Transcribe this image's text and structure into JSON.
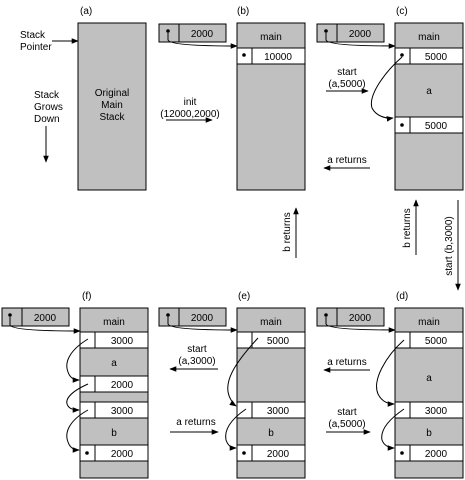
{
  "legend": {
    "stack_pointer": [
      "Stack",
      "Pointer"
    ],
    "stack_grows_down": [
      "Stack",
      "Grows",
      "Down"
    ]
  },
  "panels": {
    "a": {
      "letter": "(a)",
      "original_stack": [
        "Original",
        "Main",
        "Stack"
      ]
    },
    "b": {
      "letter": "(b)",
      "pointer": "2000",
      "main": "main",
      "cell1": "10000"
    },
    "c": {
      "letter": "(c)",
      "pointer": "2000",
      "main": "main",
      "cell1": "5000",
      "region": "a",
      "cell2": "5000"
    },
    "d": {
      "letter": "(d)",
      "pointer": "2000",
      "main": "main",
      "cell1": "5000",
      "region_a": "a",
      "cell2": "3000",
      "region_b": "b",
      "cell3": "2000"
    },
    "e": {
      "letter": "(e)",
      "pointer": "2000",
      "main": "main",
      "cell1": "5000",
      "cell2": "3000",
      "region_b": "b",
      "cell3": "2000"
    },
    "f": {
      "letter": "(f)",
      "pointer": "2000",
      "main": "main",
      "cell1": "3000",
      "region_a": "a",
      "cell2": "2000",
      "cell3": "3000",
      "region_b": "b",
      "cell4": "2000"
    }
  },
  "transitions": {
    "init": [
      "init",
      "(12000,2000)"
    ],
    "start_a_5000_bc": [
      "start",
      "(a,5000)"
    ],
    "a_returns_cb": "a returns",
    "b_returns_bd": "b returns",
    "b_returns_cd": "b returns",
    "start_b_3000": "start (b,3000)",
    "a_returns_de": "a returns",
    "start_a_5000_ed": [
      "start",
      "(a,5000)"
    ],
    "start_a_3000_ef": [
      "start",
      "(a,3000)"
    ],
    "a_returns_fe": "a returns"
  },
  "colors": {
    "stack_fill": "#c0c0c0",
    "cell_fill": "#ffffff",
    "border": "#000000"
  }
}
